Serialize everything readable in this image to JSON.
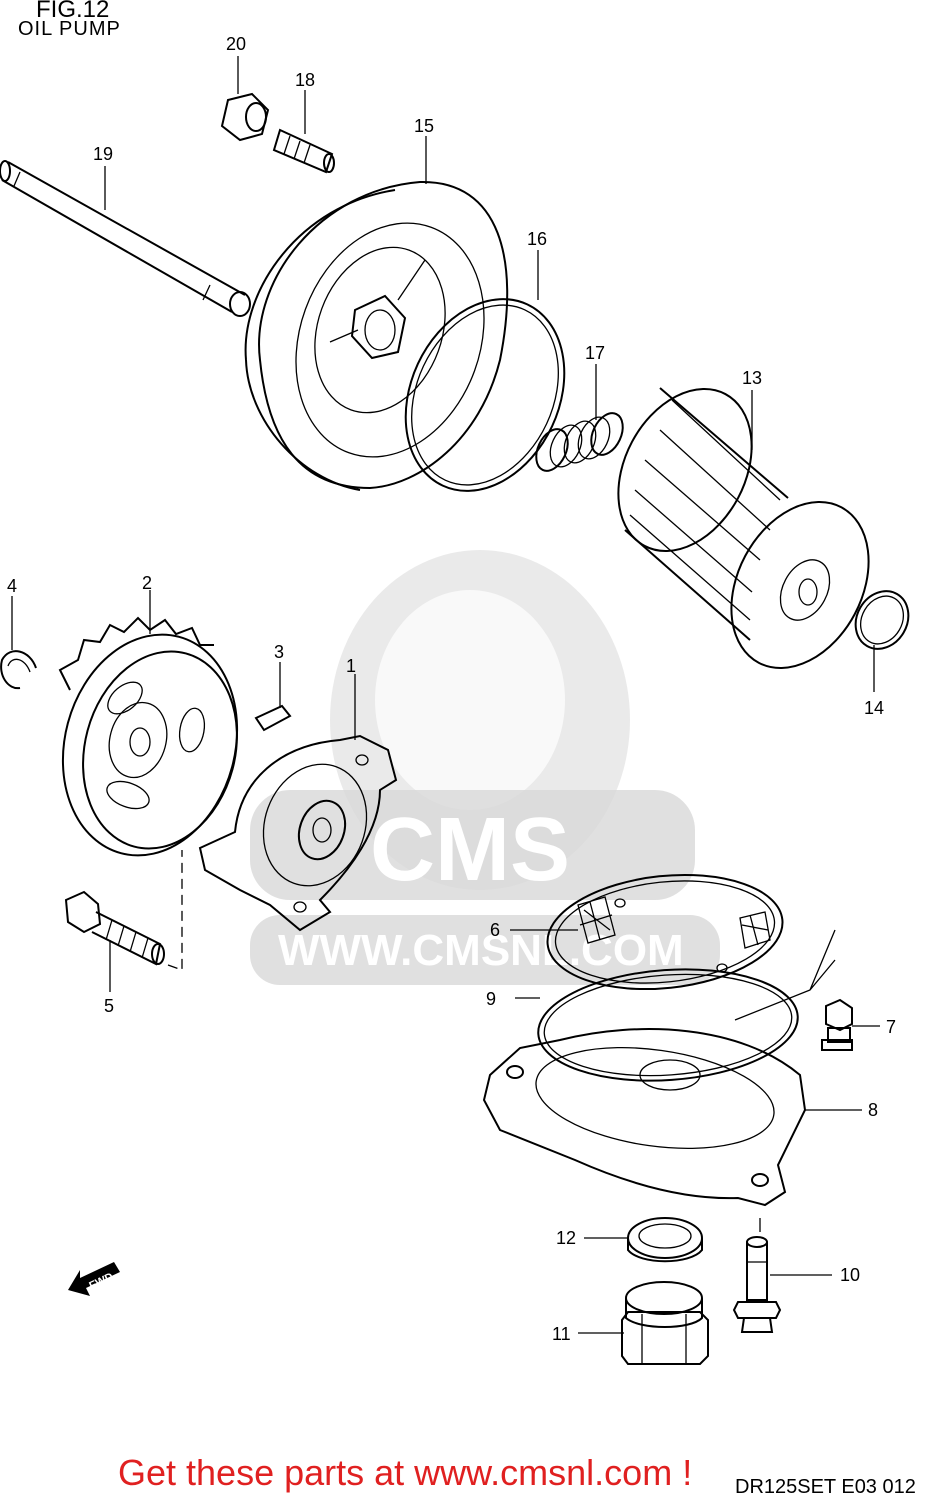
{
  "header": {
    "figure": "FIG.12",
    "subtitle": "OIL PUMP"
  },
  "watermark": {
    "brand": "CMS",
    "url": "WWW.CMSNL.COM"
  },
  "fwd_label": "FWD",
  "callouts": [
    "1",
    "2",
    "3",
    "4",
    "5",
    "6",
    "7",
    "8",
    "9",
    "10",
    "11",
    "12",
    "13",
    "14",
    "15",
    "16",
    "17",
    "18",
    "19",
    "20"
  ],
  "footer": {
    "link_text": "Get these parts at www.cmsnl.com !",
    "code": "DR125SET E03  012"
  }
}
